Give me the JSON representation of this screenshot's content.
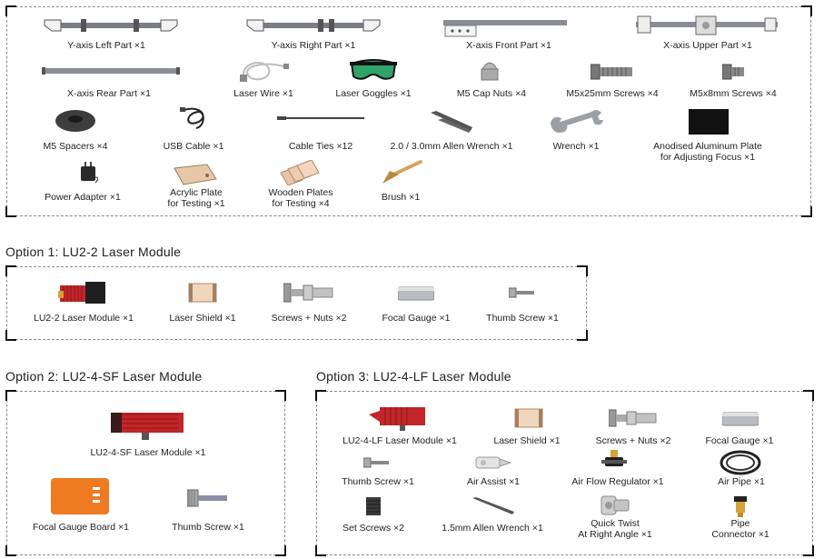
{
  "kit": {
    "items": [
      {
        "label": "Y-axis Left Part ×1"
      },
      {
        "label": "Y-axis Right Part ×1"
      },
      {
        "label": "X-axis Front Part ×1"
      },
      {
        "label": "X-axis Upper Part ×1"
      },
      {
        "label": "X-axis Rear Part ×1"
      },
      {
        "label": "Laser Wire ×1"
      },
      {
        "label": "Laser Goggles ×1"
      },
      {
        "label": "M5 Cap Nuts ×4"
      },
      {
        "label": "M5x25mm Screws ×4"
      },
      {
        "label": "M5x8mm Screws ×4"
      },
      {
        "label": "M5 Spacers ×4"
      },
      {
        "label": "USB Cable ×1"
      },
      {
        "label": "Cable Ties ×12"
      },
      {
        "label": "2.0 / 3.0mm Allen Wrench ×1"
      },
      {
        "label": "Wrench ×1"
      },
      {
        "line1": "Anodised Aluminum Plate",
        "line2": "for Adjusting Focus ×1"
      },
      {
        "label": "Power Adapter ×1"
      },
      {
        "line1": "Acrylic Plate",
        "line2": "for Testing ×1"
      },
      {
        "line1": "Wooden Plates",
        "line2": "for Testing ×4"
      },
      {
        "label": "Brush ×1"
      }
    ]
  },
  "option1": {
    "title": "Option 1:  LU2-2 Laser Module",
    "items": [
      {
        "label": "LU2-2 Laser Module ×1"
      },
      {
        "label": "Laser Shield ×1"
      },
      {
        "label": "Screws + Nuts ×2"
      },
      {
        "label": "Focal Gauge ×1"
      },
      {
        "label": "Thumb Screw ×1"
      }
    ]
  },
  "option2": {
    "title": "Option 2:  LU2-4-SF Laser Module",
    "items": [
      {
        "label": "LU2-4-SF Laser Module ×1"
      },
      {
        "label": "Focal Gauge Board ×1"
      },
      {
        "label": "Thumb Screw ×1"
      }
    ]
  },
  "option3": {
    "title": "Option 3:  LU2-4-LF Laser Module",
    "items": [
      {
        "label": "LU2-4-LF Laser Module ×1"
      },
      {
        "label": "Laser Shield ×1"
      },
      {
        "label": "Screws + Nuts ×2"
      },
      {
        "label": "Focal Gauge ×1"
      },
      {
        "label": "Thumb Screw ×1"
      },
      {
        "label": "Air Assist ×1"
      },
      {
        "label": "Air Flow Regulator ×1"
      },
      {
        "label": "Air Pipe ×1"
      },
      {
        "label": "Set Screws ×2"
      },
      {
        "label": "1.5mm Allen Wrench ×1"
      },
      {
        "line1": "Quick Twist",
        "line2": "At Right Angle ×1"
      },
      {
        "line1": "Pipe",
        "line2": "Connector ×1"
      }
    ]
  },
  "colors": {
    "module_red": "#c0262a",
    "plate_orange": "#ee7b22",
    "acrylic": "#e6c8a8",
    "metal": "#b9bcc0",
    "goggles_green": "#2fa36a"
  }
}
